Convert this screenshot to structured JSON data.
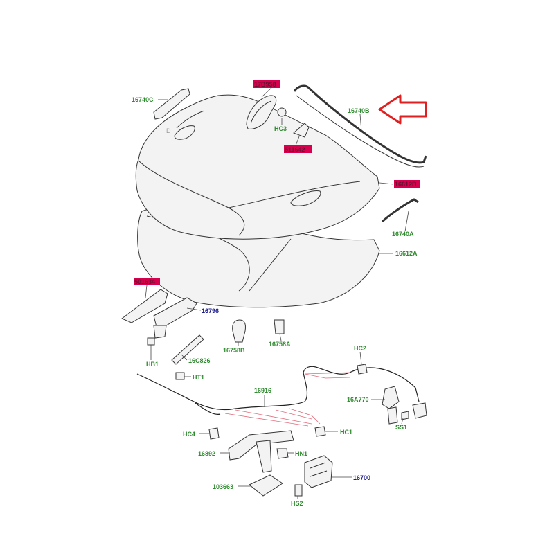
{
  "labels": {
    "l16740C": "16740C",
    "l17b958": "17B958",
    "lHC3": "HC3",
    "l16740B": "16740B",
    "l511642": "511642",
    "l16612B": "16612B",
    "l16740A": "16740A",
    "l16612A": "16612A",
    "l501634": "501634",
    "l16796": "16796",
    "lHB1": "HB1",
    "l16C826": "16C826",
    "lHT1": "HT1",
    "l16758B": "16758B",
    "l16758A": "16758A",
    "lHC2": "HC2",
    "l16A770": "16A770",
    "lSS1": "SS1",
    "l16916": "16916",
    "lHC4": "HC4",
    "lHC1": "HC1",
    "l16892": "16892",
    "lHN1": "HN1",
    "l16700": "16700",
    "l103663": "103663",
    "lHS2": "HS2"
  },
  "colors": {
    "part_label": "#2e8b2e",
    "part_label_blue": "#1a1a8c",
    "highlight": "#d7004f",
    "arrow": "#e02020"
  }
}
